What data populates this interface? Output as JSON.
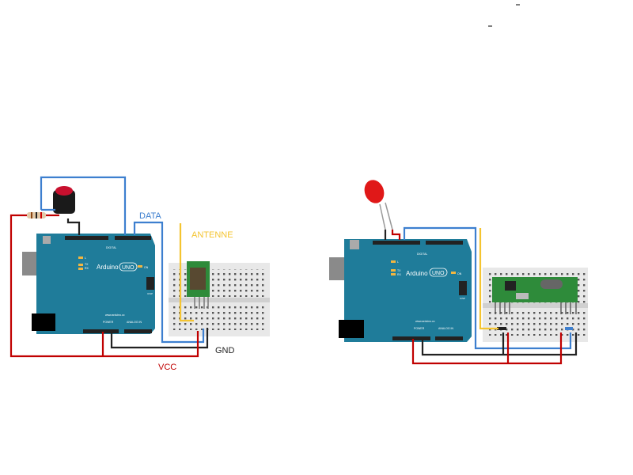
{
  "colors": {
    "board": "#1f7c9a",
    "vcc": "#c00000",
    "gnd": "#222222",
    "data": "#3d7fcf",
    "antenne": "#f4c430",
    "module": "#2e8b3a"
  },
  "left_circuit": {
    "labels": {
      "data": "DATA",
      "antenne": "ANTENNE",
      "gnd": "GND",
      "vcc": "VCC"
    },
    "board": {
      "name": "Arduino",
      "model": "UNO",
      "digital": "DIGITAL",
      "power": "POWER",
      "analog": "ANALOG IN",
      "url": "www.arduino.cc",
      "on": "ON",
      "tx": "TX",
      "rx": "RX",
      "l": "L",
      "icsp": "ICSP"
    },
    "components": [
      "push-button",
      "resistor",
      "rf-transmitter-module",
      "breadboard"
    ]
  },
  "right_circuit": {
    "board": {
      "name": "Arduino",
      "model": "UNO",
      "digital": "DIGITAL",
      "power": "POWER",
      "analog": "ANALOG IN",
      "url": "www.arduino.cc",
      "on": "ON",
      "tx": "TX",
      "rx": "RX",
      "l": "L",
      "icsp": "ICSP"
    },
    "components": [
      "led",
      "rf-receiver-module",
      "breadboard"
    ]
  }
}
